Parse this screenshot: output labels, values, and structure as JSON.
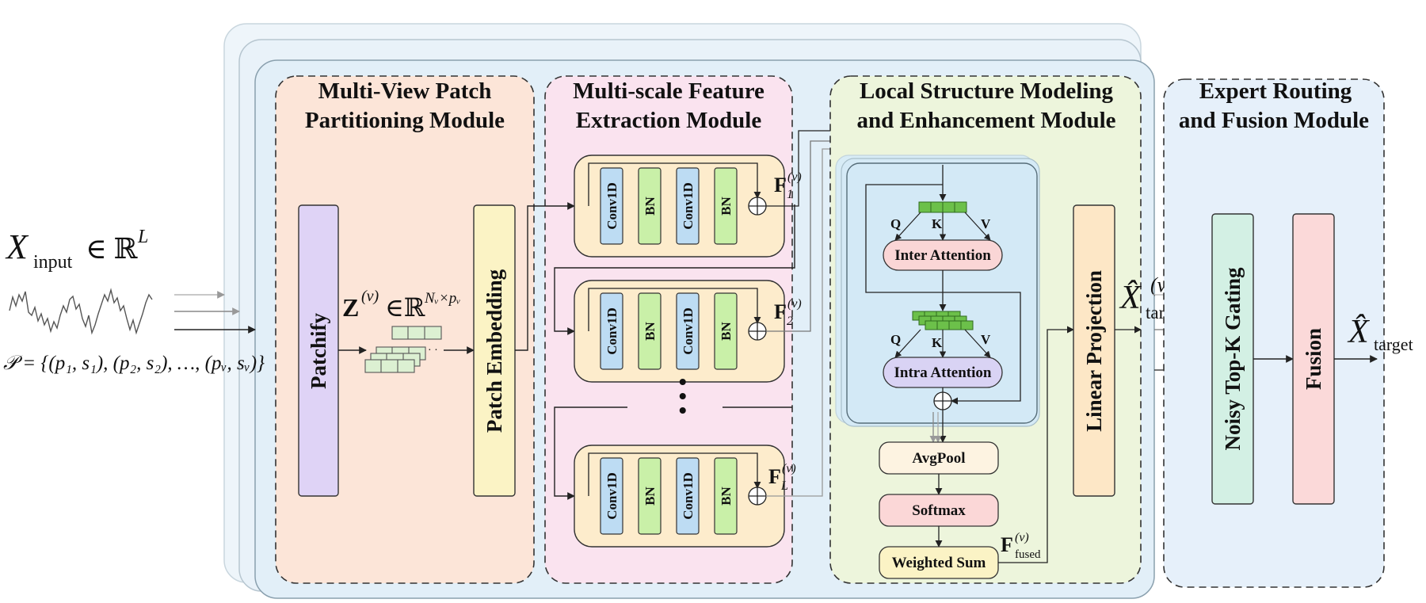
{
  "input": {
    "x_symbol": "X",
    "x_sub": "input",
    "x_domain": "∈ ℝ",
    "x_sup": "L",
    "views_set": "𝒫 = {(p₁, s₁), (p₂, s₂), …, (pᵥ, sᵥ)}"
  },
  "modules": {
    "patching": {
      "line1": "Multi-View Patch",
      "line2": "Partitioning Module"
    },
    "multiscale": {
      "line1": "Multi-scale Feature",
      "line2": "Extraction Module"
    },
    "local": {
      "line1": "Local Structure Modeling",
      "line2": "and Enhancement Module"
    },
    "expert": {
      "line1": "Expert Routing",
      "line2": "and Fusion Module"
    }
  },
  "blocks": {
    "patchify": "Patchify",
    "patch_embedding": "Patch  Embedding",
    "conv1d": "Conv1D",
    "bn": "BN",
    "inter_attention": "Inter Attention",
    "intra_attention": "Intra Attention",
    "q": "Q",
    "k": "K",
    "v": "V",
    "avgpool": "AvgPool",
    "softmax": "Softmax",
    "weighted_sum": "Weighted Sum",
    "linear_projection": "Linear Projection",
    "noisy_gating": "Noisy Top-K Gating",
    "fusion": "Fusion",
    "dots": "• • •"
  },
  "math": {
    "z_symbol": "Z",
    "z_view": "(v)",
    "z_domain": "∈ℝ",
    "z_dims": "Nᵥ×pᵥ",
    "f_symbol": "F",
    "f1_sub": "1",
    "f2_sub": "2",
    "fl_sub": "L",
    "f_view": "(v)",
    "fused_sub": "fused",
    "xhat_symbol": "X̂",
    "target_sub": "target",
    "xhat_view": "(v)"
  },
  "colors": {
    "panel_outer": "#e4f0f8",
    "patching_bg": "#fce5d8",
    "multiscale_bg": "#fae3ef",
    "local_bg": "#edf5dc",
    "expert_bg": "#e6f0fa",
    "branch_bg": "#fdeccc",
    "conv_fill": "#bddcf3",
    "bn_fill": "#c9f0a8",
    "patchify_fill": "#dfd3f6",
    "embedding_fill": "#fbf3c5",
    "attention_panel": "#d3e9f6",
    "inter_fill": "#fad6d6",
    "intra_fill": "#d9d3f4",
    "token_fill": "#6cc04a",
    "avgpool_fill": "#fdf3e1",
    "softmax_fill": "#fbd7d7",
    "wsum_fill": "#fbf3c5",
    "linear_fill": "#fde7c6",
    "gating_fill": "#d3f0e4",
    "fusion_fill": "#fbd9d9"
  }
}
